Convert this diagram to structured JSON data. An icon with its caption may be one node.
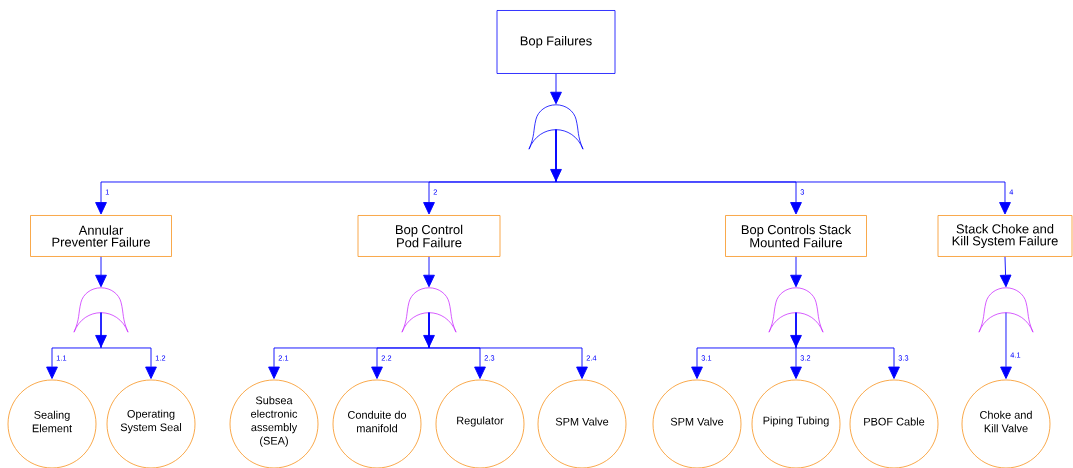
{
  "diagram": {
    "nodes": [
      {
        "text": [
          "Bop Failures"
        ]
      },
      {
        "text": [],
        "shape": "gate"
      },
      {
        "text": [
          "Annular Preventer Failure"
        ]
      },
      {
        "text": [
          "Bop Control Pod Failure"
        ]
      },
      {
        "text": [
          "Bop Controls Stack Mounted Failure"
        ]
      },
      {
        "text": [
          "Stack Choke and Kill System Failure"
        ]
      },
      {
        "text": [],
        "shape": "gate"
      },
      {
        "text": [],
        "shape": "gate"
      },
      {
        "text": [],
        "shape": "gate"
      },
      {
        "text": [],
        "shape": "gate"
      },
      {
        "text": [
          "Sealing Element"
        ]
      },
      {
        "text": [
          "Operating System Seal"
        ]
      },
      {
        "text": [
          "Subsea electronic assembly (SEA)"
        ]
      },
      {
        "text": [
          "Conduite do manifold"
        ]
      },
      {
        "text": [
          "Regulator"
        ]
      },
      {
        "text": [
          "SPM Valve"
        ]
      },
      {
        "text": [
          "SPM Valve"
        ]
      },
      {
        "text": [
          "Piping Tubing"
        ]
      },
      {
        "text": [
          "PBOF Cable"
        ]
      },
      {
        "text": [
          "Choke and Kill Valve"
        ]
      }
    ],
    "edges": [
      {
        "from": 0,
        "to": 1,
        "arrow": "to"
      },
      {
        "from": 1,
        "to": 2,
        "arrow": "to",
        "label": "1"
      },
      {
        "from": 1,
        "to": 3,
        "arrow": "to",
        "label": "2"
      },
      {
        "from": 1,
        "to": 4,
        "arrow": "to",
        "label": "3"
      },
      {
        "from": 1,
        "to": 5,
        "arrow": "to",
        "label": "4"
      },
      {
        "from": 2,
        "to": 6,
        "arrow": "to"
      },
      {
        "from": 3,
        "to": 7,
        "arrow": "to"
      },
      {
        "from": 4,
        "to": 8,
        "arrow": "to"
      },
      {
        "from": 5,
        "to": 9,
        "arrow": "to"
      },
      {
        "from": 6,
        "to": 10,
        "arrow": "to",
        "label": "1.1"
      },
      {
        "from": 6,
        "to": 11,
        "arrow": "to",
        "label": "1.2"
      },
      {
        "from": 7,
        "to": 12,
        "arrow": "to",
        "label": "2.1"
      },
      {
        "from": 7,
        "to": 13,
        "arrow": "to",
        "label": "2.2"
      },
      {
        "from": 7,
        "to": 14,
        "arrow": "to",
        "label": "2.3"
      },
      {
        "from": 7,
        "to": 15,
        "arrow": "to",
        "label": "2.4"
      },
      {
        "from": 8,
        "to": 16,
        "arrow": "to",
        "label": "3.1"
      },
      {
        "from": 8,
        "to": 17,
        "arrow": "to",
        "label": "3.2"
      },
      {
        "from": 8,
        "to": 18,
        "arrow": "to",
        "label": "3.3"
      },
      {
        "from": 9,
        "to": 19,
        "arrow": "to",
        "label": "4.1"
      }
    ]
  }
}
